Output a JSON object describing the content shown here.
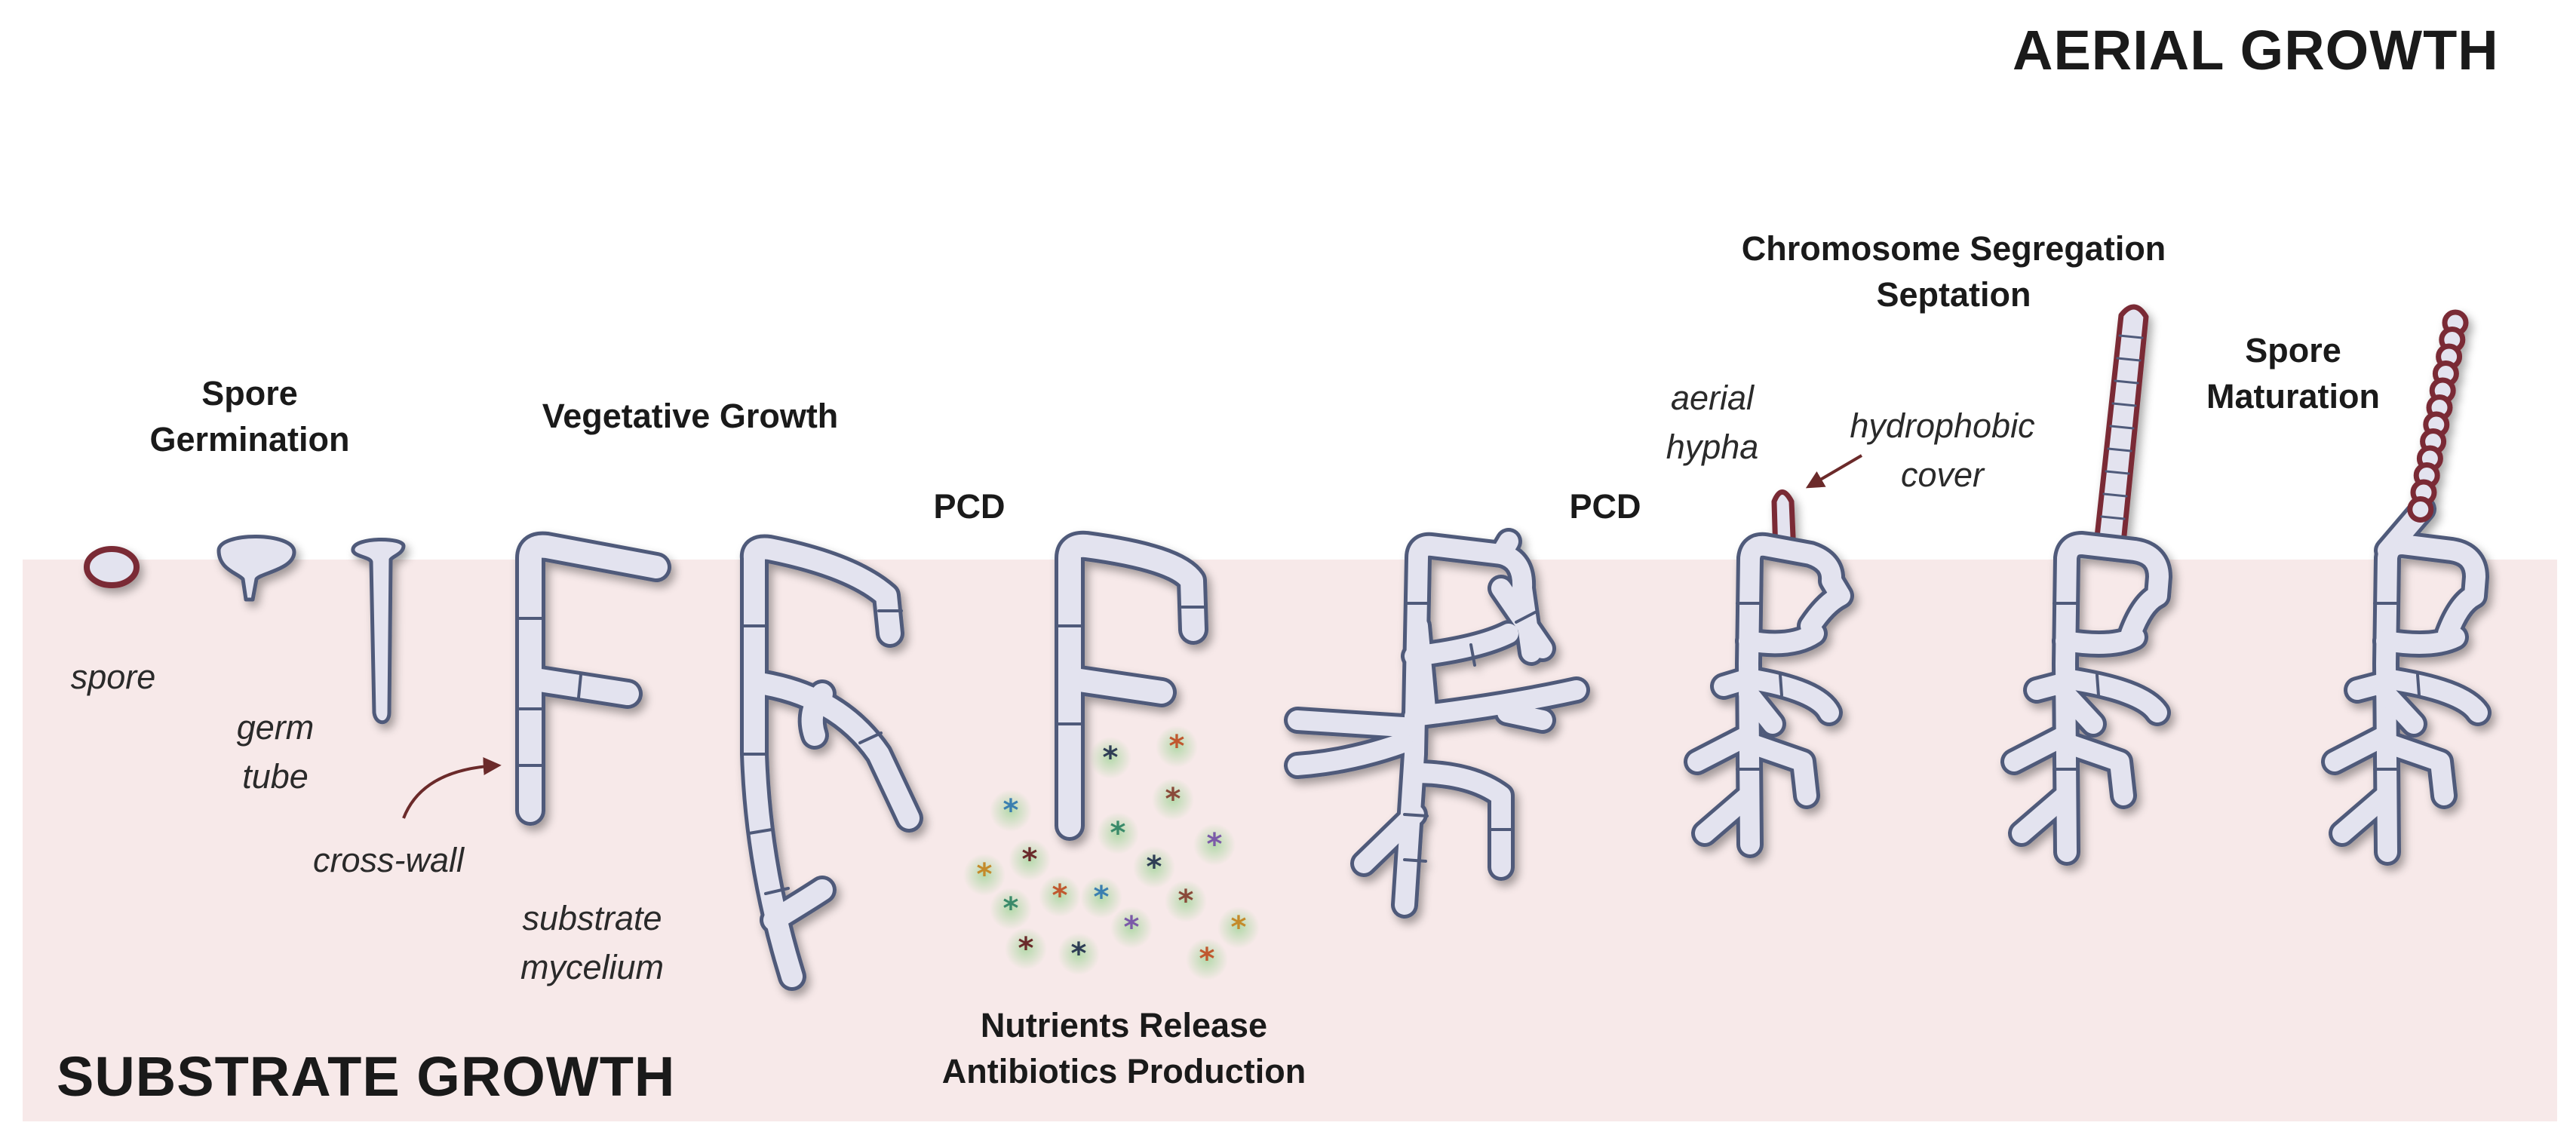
{
  "regions": {
    "aerial": "AERIAL GROWTH",
    "substrate": "SUBSTRATE GROWTH"
  },
  "stages": {
    "spore_germination": [
      "Spore",
      "Germination"
    ],
    "vegetative_growth": "Vegetative Growth",
    "pcd_1": "PCD",
    "pcd_2": "PCD",
    "chromosome_segregation": [
      "Chromosome Segregation",
      "Septation"
    ],
    "spore_maturation": [
      "Spore",
      "Maturation"
    ],
    "nutrients_release": [
      "Nutrients Release",
      "Antibiotics Production"
    ]
  },
  "annotations": {
    "spore": "spore",
    "germ_tube": [
      "germ",
      "tube"
    ],
    "cross_wall": "cross-wall",
    "substrate_mycelium": [
      "substrate",
      "mycelium"
    ],
    "aerial_hypha": [
      "aerial",
      "hypha"
    ],
    "hydrophobic_cover": [
      "hydrophobic",
      "cover"
    ]
  },
  "colors": {
    "substrate_bg": "#f7e9e9",
    "hypha_fill": "#e3e3ef",
    "hypha_outline": "#4f5a7a",
    "hydrophobic": "#7a2a35",
    "arrow": "#6b2a2a",
    "nutrient_stars": [
      "#2e3d55",
      "#c0582f",
      "#3b7fb0",
      "#8a4a3a",
      "#3a8a6a",
      "#7b5aa8",
      "#c48a2a",
      "#6a2a2a"
    ]
  }
}
